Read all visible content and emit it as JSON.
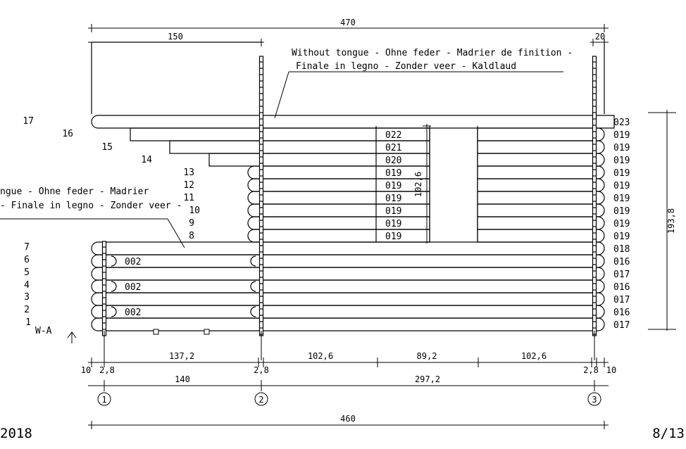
{
  "dimensions": {
    "total_top": "470",
    "left_top": "150",
    "right_top": "20",
    "opening_height": "102,6",
    "total_height": "193,8",
    "seg_137": "137,2",
    "seg_102a": "102,6",
    "seg_89": "89,2",
    "seg_102b": "102,6",
    "seg_140": "140",
    "seg_297": "297,2",
    "total_bottom": "460",
    "left_10": "10",
    "right_10": "10",
    "post_1": "2,8",
    "post_2": "2,8",
    "post_3": "2,8"
  },
  "notes": {
    "top_line1": "Without tongue - Ohne feder - Madrier de finition -",
    "top_line2": "Finale in legno - Zonder veer - Kaldlaud",
    "left_line1": "ngue - Ohne feder - Madrier",
    "left_line2": "- Finale in legno - Zonder veer -"
  },
  "axes": {
    "a1": "1",
    "a2": "2",
    "a3": "3"
  },
  "level_marker": "W-A",
  "footer": {
    "year": "2018",
    "page": "8/13"
  },
  "row_numbers": [
    "1",
    "2",
    "3",
    "4",
    "5",
    "6",
    "7",
    "8",
    "9",
    "10",
    "11",
    "12",
    "13",
    "14",
    "15",
    "16",
    "17"
  ],
  "middle_codes": [
    {
      "row": 16,
      "code": "022"
    },
    {
      "row": 15,
      "code": "021"
    },
    {
      "row": 14,
      "code": "020"
    },
    {
      "row": 13,
      "code": "019"
    },
    {
      "row": 12,
      "code": "019"
    },
    {
      "row": 11,
      "code": "019"
    },
    {
      "row": 10,
      "code": "019"
    },
    {
      "row": 9,
      "code": "019"
    },
    {
      "row": 8,
      "code": "019"
    }
  ],
  "right_codes": [
    {
      "row": 17,
      "code": "023"
    },
    {
      "row": 16,
      "code": "019"
    },
    {
      "row": 15,
      "code": "019"
    },
    {
      "row": 14,
      "code": "019"
    },
    {
      "row": 13,
      "code": "019"
    },
    {
      "row": 12,
      "code": "019"
    },
    {
      "row": 11,
      "code": "019"
    },
    {
      "row": 10,
      "code": "019"
    },
    {
      "row": 9,
      "code": "019"
    },
    {
      "row": 8,
      "code": "019"
    },
    {
      "row": 7,
      "code": "018"
    },
    {
      "row": 6,
      "code": "016"
    },
    {
      "row": 5,
      "code": "017"
    },
    {
      "row": 4,
      "code": "016"
    },
    {
      "row": 3,
      "code": "017"
    },
    {
      "row": 2,
      "code": "016"
    },
    {
      "row": 1,
      "code": "017"
    }
  ],
  "left_codes": [
    {
      "row": 6,
      "code": "002"
    },
    {
      "row": 4,
      "code": "002"
    },
    {
      "row": 2,
      "code": "002"
    }
  ]
}
